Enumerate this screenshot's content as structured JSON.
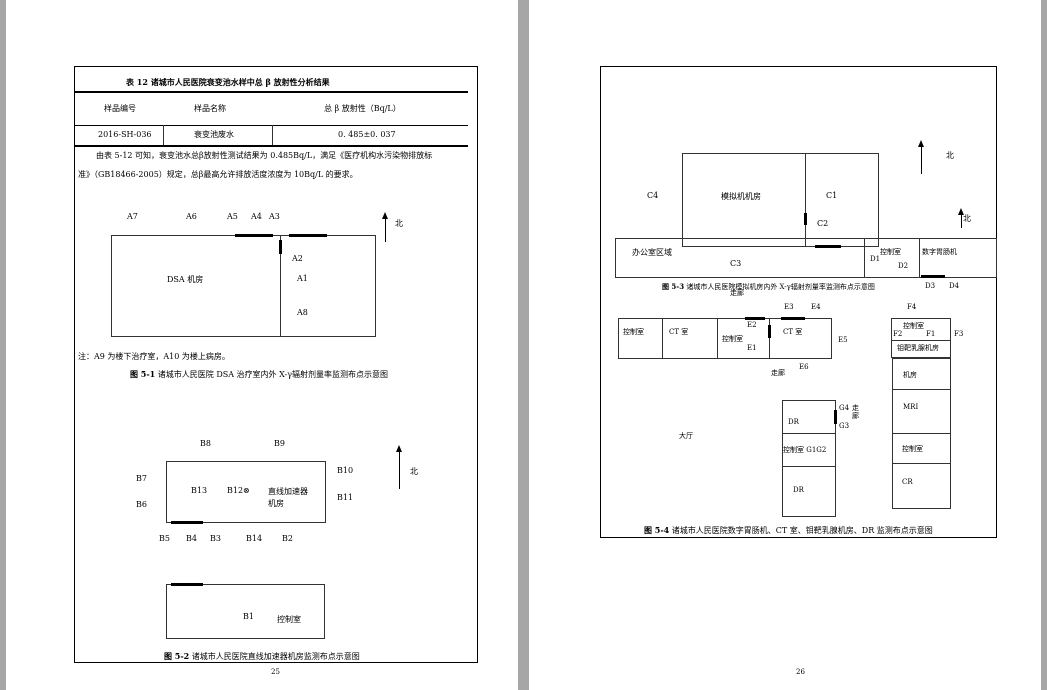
{
  "page1": {
    "table": {
      "caption": "表 12 诸城市人民医院衰变池水样中总 β 放射性分析结果",
      "headers": [
        "样品编号",
        "样品名称",
        "总 β 放射性（Bq/L）"
      ],
      "rows": [
        [
          "2016-SH-036",
          "衰变池废水",
          "0. 485±0. 037"
        ]
      ]
    },
    "paragraph_line1": "由表 5-12 可知，衰变池水总β放射性测试结果为 0.485Bq/L，满足《医疗机构水污染物排放标",
    "paragraph_line2": "准》（GB18466-2005）规定，总β最高允许排放活度浓度为 10Bq/L 的要求。",
    "fig1": {
      "north": "北",
      "labels": {
        "a7": "A7",
        "a6": "A6",
        "a5": "A5",
        "a4": "A4",
        "a3": "A3",
        "a2": "A2",
        "a1": "A1",
        "a8": "A8"
      },
      "room": "DSA 机房",
      "note": "注：A9 为楼下治疗室，A10 为楼上病房。",
      "caption_num": "图 5-1",
      "caption": "诸城市人民医院 DSA 治疗室内外 X-γ辐射剂量率监测布点示意图"
    },
    "fig2": {
      "north": "北",
      "labels": {
        "b8": "B8",
        "b9": "B9",
        "b7": "B7",
        "b6": "B6",
        "b10": "B10",
        "b11": "B11",
        "b13": "B13",
        "b12": "B12⊗",
        "b5": "B5",
        "b4": "B4",
        "b3": "B3",
        "b14": "B14",
        "b2": "B2",
        "b1": "B1"
      },
      "room_line1": "直线加速器",
      "room_line2": "机房",
      "control": "控制室",
      "caption_num": "图 5-2",
      "caption": "诸城市人民医院直线加速器机房监测布点示意图"
    },
    "page_number": "25"
  },
  "page2": {
    "north1": "北",
    "north2": "北",
    "fig3": {
      "sim_room": "模拟机机房",
      "c4": "C4",
      "c1": "C1",
      "c2": "C2",
      "c3": "C3",
      "office": "办公室区域",
      "control": "控制室",
      "digital": "数字胃肠机",
      "d1": "D1",
      "d2": "D2",
      "d3": "D3",
      "d4": "D4",
      "caption_num": "图 5-3",
      "caption": "诸城市人民医院模拟机房内外 X-γ辐射剂量率监测布点示意图"
    },
    "fig4": {
      "corridor1": "走廊",
      "e3": "E3",
      "e4": "E4",
      "e2": "E2",
      "e1": "E1",
      "e5": "E5",
      "e6": "E6",
      "f4": "F4",
      "f2": "F2",
      "f1": "F1",
      "f3": "F3",
      "ctrl_a": "控制室",
      "ct_a": "CT 室",
      "ctrl_b": "控制室",
      "ct_b": "CT 室",
      "ctrl_c": "控制室",
      "mammo": "钼靶乳腺机房",
      "machine_room": "机房",
      "mri": "MRI",
      "ctrl_d": "控制室",
      "cr": "CR",
      "corridor2": "走廊",
      "dr1": "DR",
      "g4": "G4",
      "g3": "G3",
      "corridor3": "走廊",
      "ctrl_g": "控制室 G1G2",
      "dr2": "DR",
      "hall": "大厅",
      "caption_num": "图 5-4",
      "caption": "诸城市人民医院数字胃肠机、CT 室、钼靶乳腺机房、DR 监测布点示意图"
    },
    "page_number": "26"
  }
}
